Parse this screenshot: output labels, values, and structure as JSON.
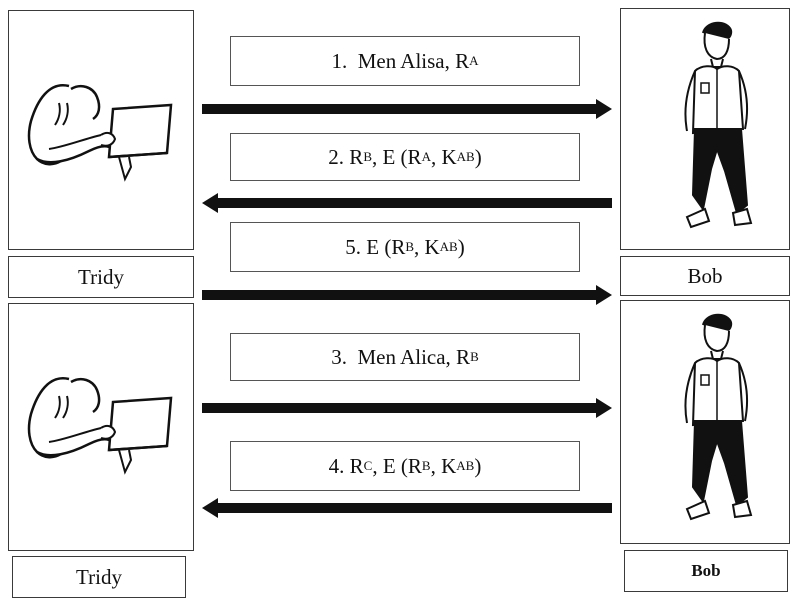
{
  "participants": {
    "left_top": "Tridy",
    "right_top": "Bob",
    "left_bottom": "Tridy",
    "right_bottom": "Bob"
  },
  "messages": [
    {
      "step": "1.",
      "text": "Men Alisa, R",
      "sub": "A",
      "tail": ""
    },
    {
      "step": "2.",
      "parts": [
        "R",
        "B",
        ", E (R",
        "A",
        ", K",
        "AB",
        ")"
      ]
    },
    {
      "step": "5.",
      "parts": [
        "E (R",
        "B",
        ", K",
        "AB",
        ")"
      ]
    },
    {
      "step": "3.",
      "text": "Men Alica, R",
      "sub": "B",
      "tail": ""
    },
    {
      "step": "4.",
      "parts": [
        "R",
        "C",
        ", E (R",
        "B",
        ", K",
        "AB",
        ")"
      ]
    }
  ],
  "arrows": [
    {
      "direction": "right"
    },
    {
      "direction": "left"
    },
    {
      "direction": "right"
    },
    {
      "direction": "right"
    },
    {
      "direction": "left"
    }
  ]
}
